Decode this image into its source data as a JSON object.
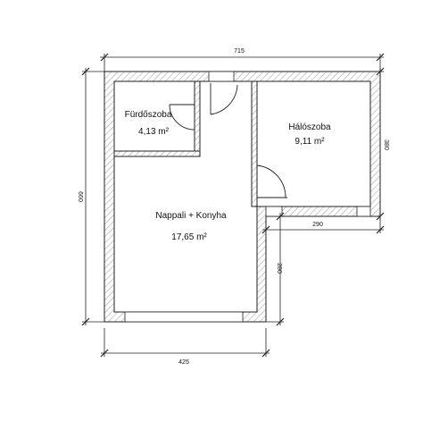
{
  "rooms": {
    "bathroom": {
      "name": "Fürdőszoba",
      "area": "4,13 m²"
    },
    "bedroom": {
      "name": "Hálószoba",
      "area": "9,11 m²"
    },
    "living": {
      "name": "Nappali + Konyha",
      "area": "17,65 m²"
    }
  },
  "dimensions": {
    "top": "715",
    "left": "660",
    "right": "380",
    "step_horizontal": "290",
    "step_vertical": "280",
    "bottom": "425"
  }
}
